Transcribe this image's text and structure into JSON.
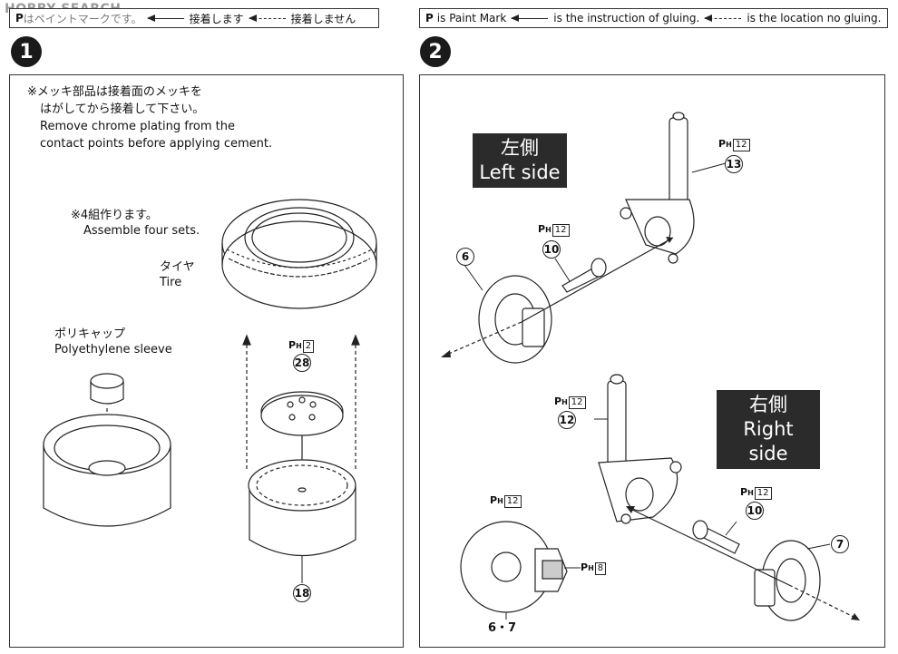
{
  "watermark": "HOBBY SEARCH",
  "legend_left": {
    "mark": "P",
    "text1": "はペイントマークです。",
    "text2": "接着します",
    "text3": "接着しません"
  },
  "legend_right": {
    "mark": "P",
    "text1": "is Paint Mark",
    "text2": "is the instruction of gluing.",
    "text3": "is the location no gluing."
  },
  "step1": {
    "number": "1",
    "note_jp_1": "※メッキ部品は接着面のメッキを",
    "note_jp_2": "はがしてから接着して下さい。",
    "note_en_1": "Remove chrome plating from the",
    "note_en_2": "contact points before applying cement.",
    "sets_jp": "※4組作ります。",
    "sets_en": "Assemble four sets.",
    "tire_jp": "タイヤ",
    "tire_en": "Tire",
    "sleeve_jp": "ポリキャップ",
    "sleeve_en": "Polyethylene sleeve",
    "paint_code": "2",
    "part_28": "28",
    "part_18": "18"
  },
  "step2": {
    "number": "2",
    "left_jp": "左側",
    "left_en": "Left side",
    "right_jp": "右側",
    "right_en": "Right side",
    "part_6": "6",
    "part_7": "7",
    "part_10a": "10",
    "part_10b": "10",
    "part_12": "12",
    "part_13": "13",
    "part_6_7": "6・7",
    "paint_12a": "12",
    "paint_12b": "12",
    "paint_12c": "12",
    "paint_12d": "12",
    "paint_12e": "12",
    "paint_8": "8"
  }
}
